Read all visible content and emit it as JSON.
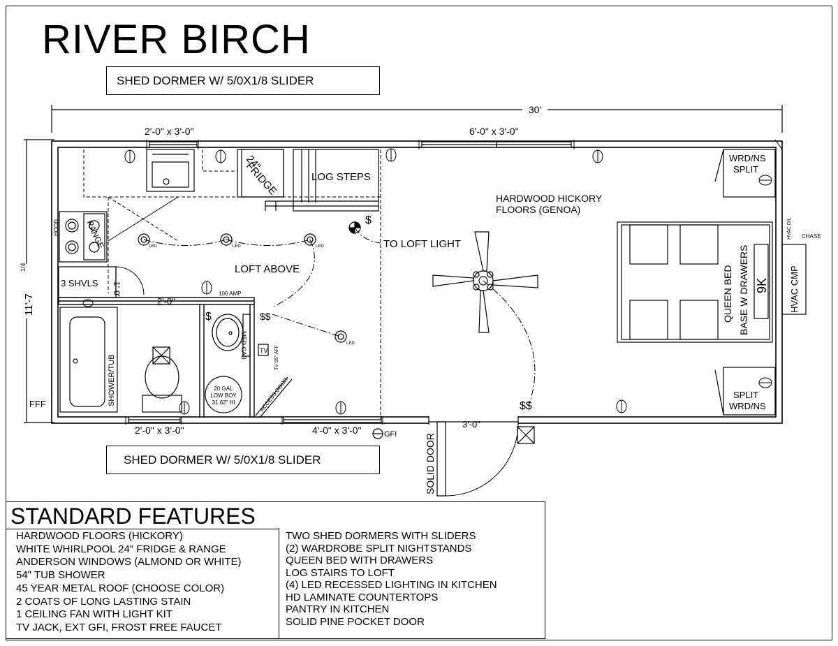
{
  "title": "RIVER BIRCH",
  "dormer_top": "SHED DORMER W/ 5/0X1/8 SLIDER",
  "dormer_bottom": "SHED DORMER W/ 5/0X1/8 SLIDER",
  "dimensions": {
    "overall_width": "30'",
    "overall_depth": "11'-7",
    "depth_fraction": "1/4",
    "window_top_left": "2'-0\" x 3'-0\"",
    "window_top_right": "6'-0\" x 3'-0\"",
    "window_bottom_left": "2'-0\" x 3'-0\"",
    "window_bottom_mid": "4'-0\" x 3'-0\"",
    "door_width": "3'-0\"",
    "fff": "FFF",
    "pantry_width": "2'-0\"",
    "shelves_depth": "1'-0\""
  },
  "labels": {
    "fridge_size": "24\"",
    "fridge": "FRIDGE",
    "log_steps": "LOG STEPS",
    "hood": "HOOD",
    "range": "RANGE",
    "shelves": "3 SHVLS",
    "loft_above": "LOFT ABOVE",
    "to_loft_light": "TO LOFT LIGHT",
    "led": "LED",
    "floors_line1": "HARDWOOD HICKORY",
    "floors_line2": "FLOORS (GENOA)",
    "bed_line1": "QUEEN BED",
    "bed_line2": "BASE W DRAWERS",
    "bed_btu": "9K",
    "hvac_cmp": "HVAC CMP",
    "hvac_dl": "HVAC D/L",
    "chase": "CHASE",
    "wrd_ns_top_1": "WRD/NS",
    "wrd_ns_top_2": "SPLIT",
    "wrd_ns_bot_1": "SPLIT",
    "wrd_ns_bot_2": "WRD/NS",
    "amp": "100 AMP",
    "med_cab": "MED CAB",
    "tv": "TV",
    "tv_aff": "TV 55\" AFF",
    "shower_tub": "SHOWER/TUB",
    "water_heater_1": "20 GAL",
    "water_heater_2": "LOW BOY",
    "water_heater_3": "31.62\" HI",
    "access_door": "ACCESS DOOR",
    "solid_door": "SOLID DOOR",
    "gfi": "GFI"
  },
  "standard_features": {
    "heading": "STANDARD FEATURES",
    "left": [
      "HARDWOOD FLOORS (HICKORY)",
      "WHITE WHIRLPOOL 24\" FRIDGE & RANGE",
      "ANDERSON WINDOWS (ALMOND OR WHITE)",
      "54\" TUB SHOWER",
      "45 YEAR METAL ROOF (CHOOSE COLOR)",
      "2 COATS OF LONG LASTING STAIN",
      "1 CEILING FAN WITH LIGHT KIT",
      "TV JACK, EXT GFI, FROST FREE FAUCET"
    ],
    "right": [
      "TWO SHED DORMERS WITH SLIDERS",
      "(2) WARDROBE SPLIT NIGHTSTANDS",
      "QUEEN BED WITH DRAWERS",
      "LOG STAIRS TO LOFT",
      "(4) LED RECESSED LIGHTING IN KITCHEN",
      "HD LAMINATE COUNTERTOPS",
      "PANTRY IN KITCHEN",
      "SOLID PINE POCKET DOOR"
    ]
  }
}
